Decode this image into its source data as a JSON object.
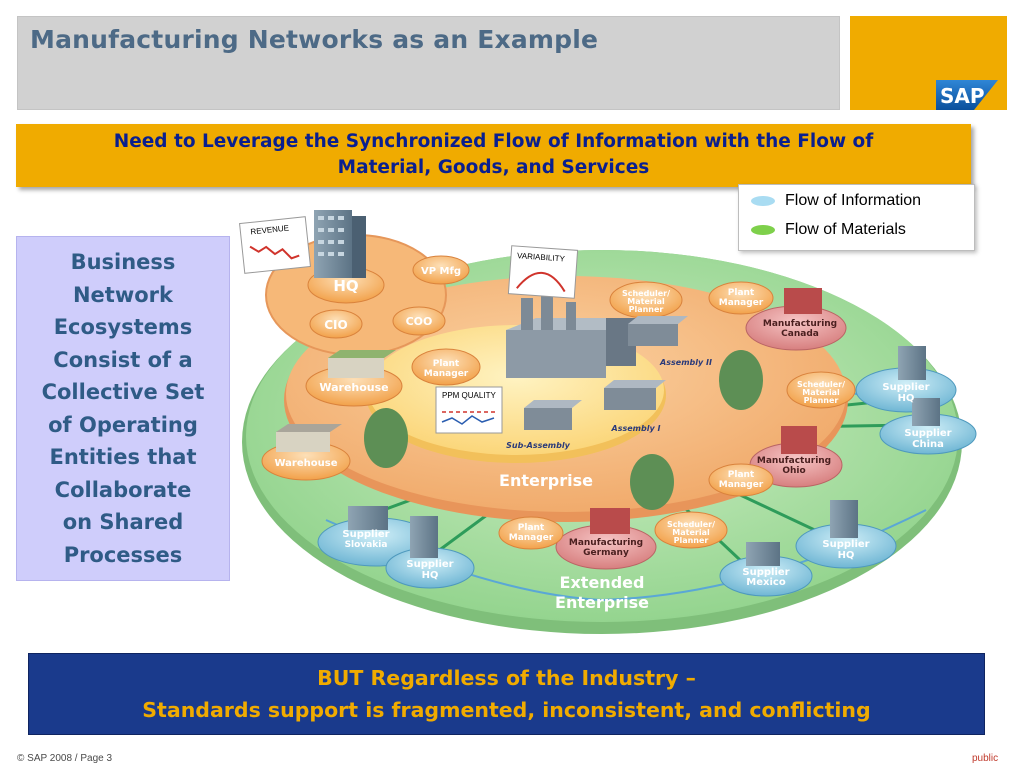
{
  "header": {
    "title": "Manufacturing Networks as an Example"
  },
  "logo": {
    "text": "SAP",
    "icon": "sap-logo"
  },
  "banner": {
    "line1": "Need to Leverage the Synchronized Flow of Information with the Flow of",
    "line2": "Material, Goods, and Services"
  },
  "legend": {
    "items": [
      {
        "label": "Flow of Information",
        "color": "#a9dcf2"
      },
      {
        "label": "Flow of Materials",
        "color": "#7ed04b"
      }
    ]
  },
  "side_box": {
    "lines": [
      "Business",
      "Network",
      "Ecosystems",
      "Consist of a",
      "Collective Set",
      "of Operating",
      "Entities that",
      "Collaborate",
      "on Shared",
      "Processes"
    ]
  },
  "diagram": {
    "hq": "HQ",
    "cio": "CIO",
    "coo": "COO",
    "vp_mfg": "VP Mfg",
    "plant_manager_center": [
      "Plant",
      "Manager"
    ],
    "warehouse_1": "Warehouse",
    "warehouse_2": "Warehouse",
    "enterprise": "Enterprise",
    "extended_enterprise": [
      "Extended",
      "Enterprise"
    ],
    "revenue": "REVENUE",
    "variability": "VARIABILITY",
    "ppm_quality": "PPM QUALITY",
    "scheduler_top": [
      "Scheduler/",
      "Material",
      "Planner"
    ],
    "scheduler_right": [
      "Scheduler/",
      "Material",
      "Planner"
    ],
    "scheduler_bottom": [
      "Scheduler/",
      "Material",
      "Planner"
    ],
    "assembly_ii": "Assembly II",
    "assembly_i": "Assembly I",
    "sub_assembly": "Sub-Assembly",
    "plant_manager_canada": [
      "Plant",
      "Manager"
    ],
    "plant_manager_ohio": [
      "Plant",
      "Manager"
    ],
    "plant_manager_germany": [
      "Plant",
      "Manager"
    ],
    "mfg_canada": [
      "Manufacturing",
      "Canada"
    ],
    "mfg_ohio": [
      "Manufacturing",
      "Ohio"
    ],
    "mfg_germany": [
      "Manufacturing",
      "Germany"
    ],
    "supplier_hq_right": [
      "Supplier",
      "HQ"
    ],
    "supplier_china": [
      "Supplier",
      "China"
    ],
    "supplier_hq_bottom_right": [
      "Supplier",
      "HQ"
    ],
    "supplier_mexico": [
      "Supplier",
      "Mexico"
    ],
    "supplier_slovakia": [
      "Supplier",
      "Slovakia"
    ],
    "supplier_hq_bottom_left": [
      "Supplier",
      "HQ"
    ]
  },
  "bottom_banner": {
    "line1": "BUT Regardless of the Industry –",
    "line2": "Standards support is fragmented, inconsistent, and conflicting"
  },
  "footer": {
    "copyright": "© SAP 2008 / Page 3",
    "classification": "public"
  }
}
